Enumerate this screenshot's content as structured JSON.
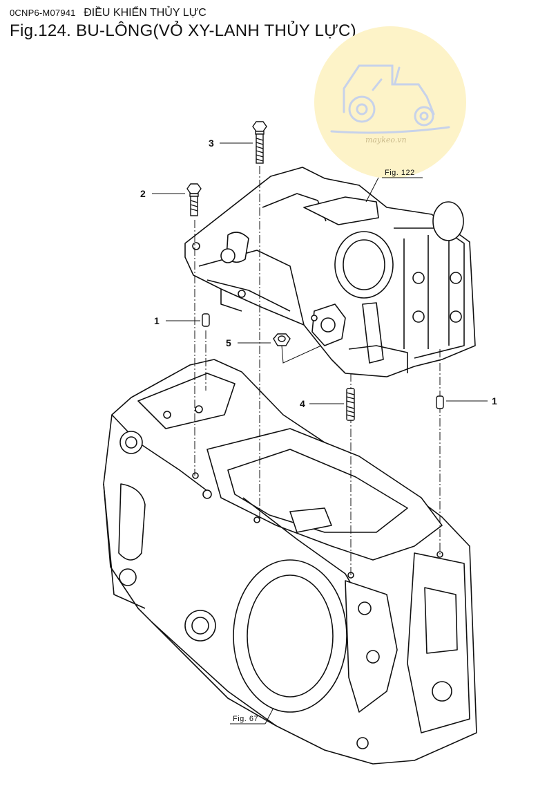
{
  "header": {
    "code": "0CNP6-M07941",
    "section": "ĐIỀU KHIỂN THỦY LỰC",
    "title": "Fig.124.  BU-LÔNG(VỎ XY-LANH THỦY LỰC)"
  },
  "watermark": {
    "text": "maykeo.vn",
    "color": "#fdf3c8"
  },
  "callouts": {
    "c1_left": "1",
    "c1_right": "1",
    "c2": "2",
    "c3": "3",
    "c4": "4",
    "c5": "5"
  },
  "references": {
    "fig122": "Fig. 122",
    "fig67": "Fig. 67"
  }
}
